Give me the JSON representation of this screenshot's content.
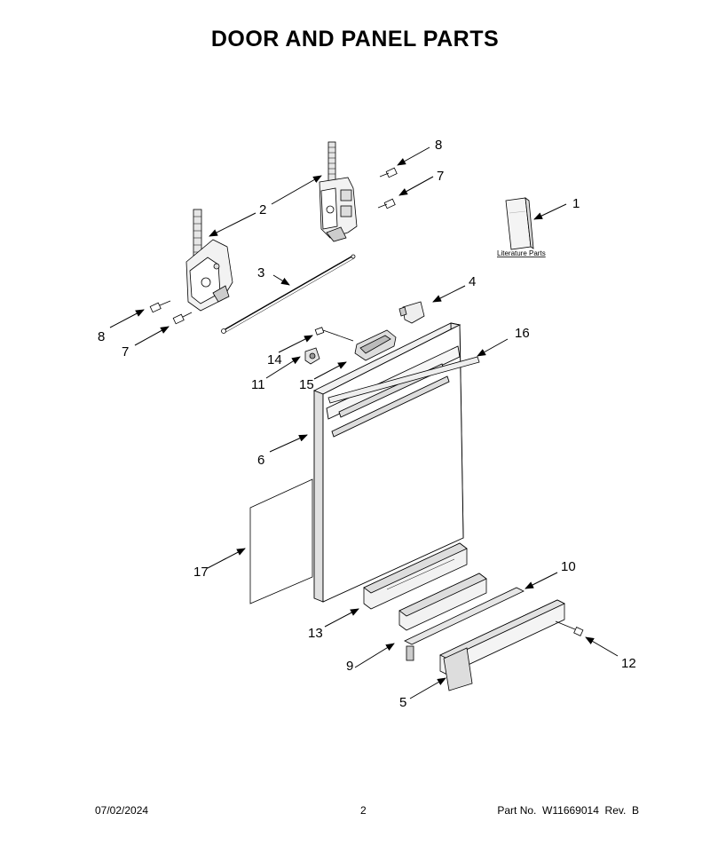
{
  "title": "DOOR AND PANEL PARTS",
  "literature_label": "Literature Parts",
  "callouts": {
    "c1": "1",
    "c2": "2",
    "c3": "3",
    "c4": "4",
    "c5": "5",
    "c6": "6",
    "c7_top": "7",
    "c7_left": "7",
    "c8_top": "8",
    "c8_left": "8",
    "c9": "9",
    "c10": "10",
    "c11": "11",
    "c12": "12",
    "c13": "13",
    "c14": "14",
    "c15": "15",
    "c16": "16",
    "c17": "17"
  },
  "footer": {
    "date": "07/02/2024",
    "page": "2",
    "part_number": "Part No.  W11669014  Rev.  B"
  }
}
